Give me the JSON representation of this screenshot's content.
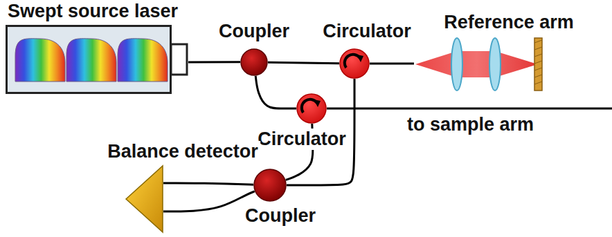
{
  "diagram": {
    "nodes": [
      {
        "text": [
          "Swept source laser"
        ]
      },
      {
        "text": [
          "Coupler"
        ]
      },
      {
        "text": [
          "Circulator"
        ]
      },
      {
        "text": [
          "Reference arm"
        ]
      },
      {
        "text": [
          "Circulator"
        ]
      },
      {
        "text": [
          "Balance detector"
        ]
      },
      {
        "text": [
          "Coupler"
        ]
      }
    ],
    "edges": [
      {
        "from": 0,
        "to": 1,
        "arrow": "none"
      },
      {
        "from": 1,
        "to": 2,
        "arrow": "none"
      },
      {
        "from": 1,
        "to": 4,
        "arrow": "none"
      },
      {
        "from": 2,
        "to": 3,
        "arrow": "none"
      },
      {
        "from": 2,
        "to": 6,
        "arrow": "none"
      },
      {
        "from": 4,
        "to": 6,
        "arrow": "none"
      },
      {
        "from": 6,
        "to": 5,
        "arrow": "none"
      },
      {
        "from": 6,
        "to": 5,
        "arrow": "none"
      }
    ],
    "labels": [
      "to sample arm"
    ]
  }
}
